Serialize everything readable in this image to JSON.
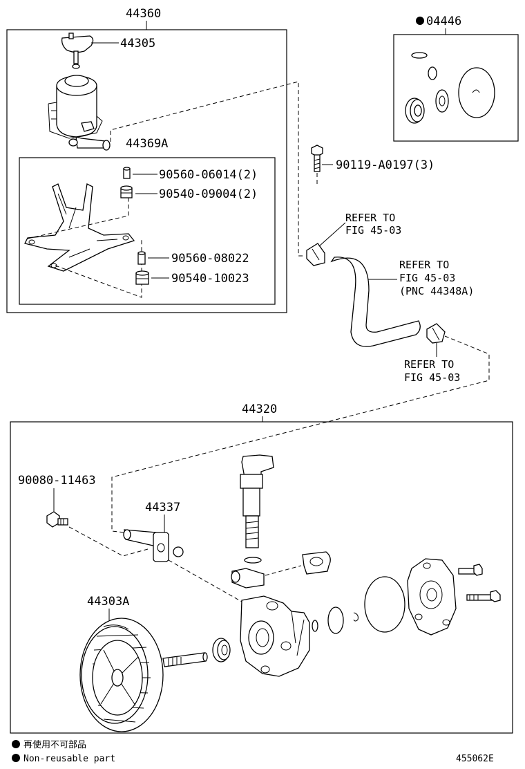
{
  "groups": {
    "reservoir_assy": "44360",
    "reservoir_bracket": "44369A",
    "gasket_kit": "04446",
    "pump_assy": "44320"
  },
  "parts": {
    "reservoir_cap": "44305",
    "bracket_collar_upper": "90560-06014(2)",
    "bracket_cushion_upper": "90540-09004(2)",
    "bracket_collar_lower": "90560-08022",
    "bracket_cushion_lower": "90540-10023",
    "bolt": "90119-A0197(3)",
    "union_bolt": "90080-11463",
    "suction_port_union": "44337",
    "pump_pulley": "44303A"
  },
  "notes": {
    "refer_1": [
      "REFER TO",
      "FIG 45-03"
    ],
    "refer_2": [
      "REFER TO",
      "FIG 45-03",
      "(PNC 44348A)"
    ],
    "refer_3": [
      "REFER TO",
      "FIG 45-03"
    ]
  },
  "legend": {
    "jp": "再使用不可部品",
    "en": "Non-reusable part"
  },
  "figure_id": "455062E"
}
